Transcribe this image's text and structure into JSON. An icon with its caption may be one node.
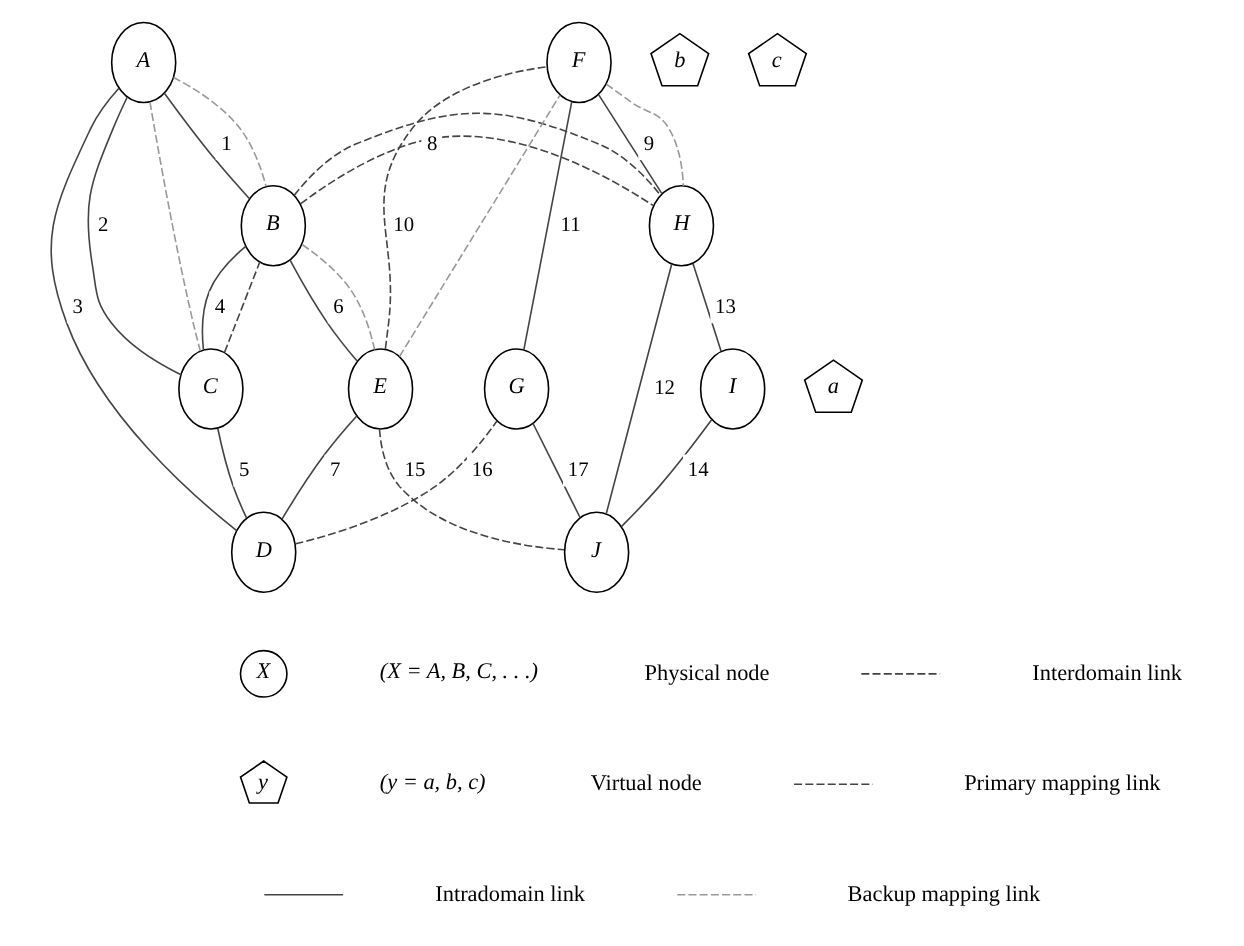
{
  "diagram": {
    "nodes": [
      {
        "text": [
          "A"
        ]
      },
      {
        "text": [
          "B"
        ]
      },
      {
        "text": [
          "C"
        ]
      },
      {
        "text": [
          "D"
        ]
      },
      {
        "text": [
          "E"
        ]
      },
      {
        "text": [
          "F"
        ]
      },
      {
        "text": [
          "G"
        ]
      },
      {
        "text": [
          "H"
        ]
      },
      {
        "text": [
          "I"
        ]
      },
      {
        "text": [
          "J"
        ]
      },
      {
        "text": [
          "a"
        ]
      },
      {
        "text": [
          "b"
        ]
      },
      {
        "text": [
          "c"
        ]
      }
    ],
    "edges": [
      {
        "from": 0,
        "to": 1,
        "arrow": "none",
        "label": "1"
      },
      {
        "from": 0,
        "to": 2,
        "arrow": "none",
        "label": "2"
      },
      {
        "from": 0,
        "to": 3,
        "arrow": "none",
        "label": "3"
      },
      {
        "from": 2,
        "to": 1,
        "arrow": "none",
        "label": "4"
      },
      {
        "from": 2,
        "to": 3,
        "arrow": "none",
        "label": "5"
      },
      {
        "from": 1,
        "to": 4,
        "arrow": "none",
        "label": "6"
      },
      {
        "from": 3,
        "to": 4,
        "arrow": "none",
        "label": "7"
      },
      {
        "from": 1,
        "to": 7,
        "arrow": "none",
        "label": "8",
        "style": "dashed"
      },
      {
        "from": 5,
        "to": 7,
        "arrow": "none",
        "label": "9"
      },
      {
        "from": 4,
        "to": 5,
        "arrow": "none",
        "label": "10",
        "style": "dashed"
      },
      {
        "from": 5,
        "to": 6,
        "arrow": "none",
        "label": "11"
      },
      {
        "from": 7,
        "to": 9,
        "arrow": "none",
        "label": "12"
      },
      {
        "from": 7,
        "to": 8,
        "arrow": "none",
        "label": "13"
      },
      {
        "from": 8,
        "to": 9,
        "arrow": "none",
        "label": "14"
      },
      {
        "from": 4,
        "to": 9,
        "arrow": "none",
        "label": "15",
        "style": "dashed"
      },
      {
        "from": 3,
        "to": 6,
        "arrow": "none",
        "label": "16",
        "style": "dashed"
      },
      {
        "from": 6,
        "to": 9,
        "arrow": "none",
        "label": "17"
      },
      {
        "from": 2,
        "to": 1,
        "arrow": "none",
        "style": "dashed"
      },
      {
        "from": 1,
        "to": 7,
        "arrow": "none",
        "style": "dashed"
      },
      {
        "from": 0,
        "to": 1,
        "arrow": "none",
        "style": "dashed",
        "color": "#999999"
      },
      {
        "from": 0,
        "to": 2,
        "arrow": "none",
        "style": "dashed",
        "color": "#999999"
      },
      {
        "from": 1,
        "to": 4,
        "arrow": "none",
        "style": "dashed",
        "color": "#999999"
      },
      {
        "from": 4,
        "to": 5,
        "arrow": "none",
        "style": "dashed",
        "color": "#999999"
      },
      {
        "from": 5,
        "to": 7,
        "arrow": "none",
        "style": "dashed",
        "color": "#999999"
      }
    ],
    "labels": [
      "X",
      "(X = A, B, C, . . .)",
      "y",
      "(y = a, b, c)"
    ],
    "legend": [
      {
        "text": "Physical node"
      },
      {
        "text": "Interdomain link"
      },
      {
        "text": "Virtual node"
      },
      {
        "text": "Primary mapping link"
      },
      {
        "text": "Intradomain link"
      },
      {
        "text": "Backup mapping link"
      }
    ]
  }
}
